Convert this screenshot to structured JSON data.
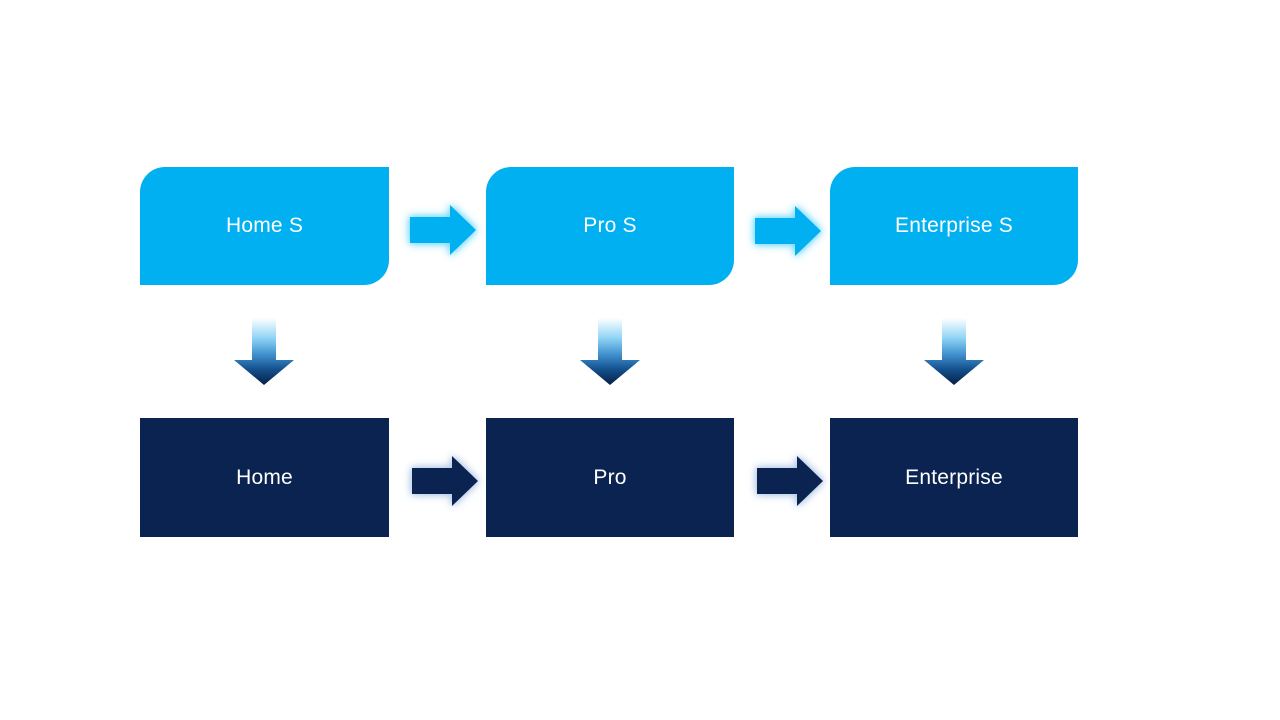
{
  "slide": {
    "background": "#ffffff",
    "text_color": "#ffffff",
    "top_row": {
      "box_color": "#00b0f0",
      "items": [
        {
          "label": "Home S"
        },
        {
          "label": "Pro S"
        },
        {
          "label": "Enterprise S"
        }
      ]
    },
    "bottom_row": {
      "box_color": "#0b2350",
      "items": [
        {
          "label": "Home"
        },
        {
          "label": "Pro"
        },
        {
          "label": "Enterprise"
        }
      ]
    },
    "arrows": {
      "top_horizontal_color": "#00b0f0",
      "top_horizontal_glow": "#6ed8fc",
      "bottom_horizontal_color": "#0b2350",
      "bottom_horizontal_glow": "#afc6e7",
      "down_gradient": [
        "#ffffff",
        "#8fd4f5",
        "#3f8fcd",
        "#14528f",
        "#071f45"
      ]
    }
  }
}
